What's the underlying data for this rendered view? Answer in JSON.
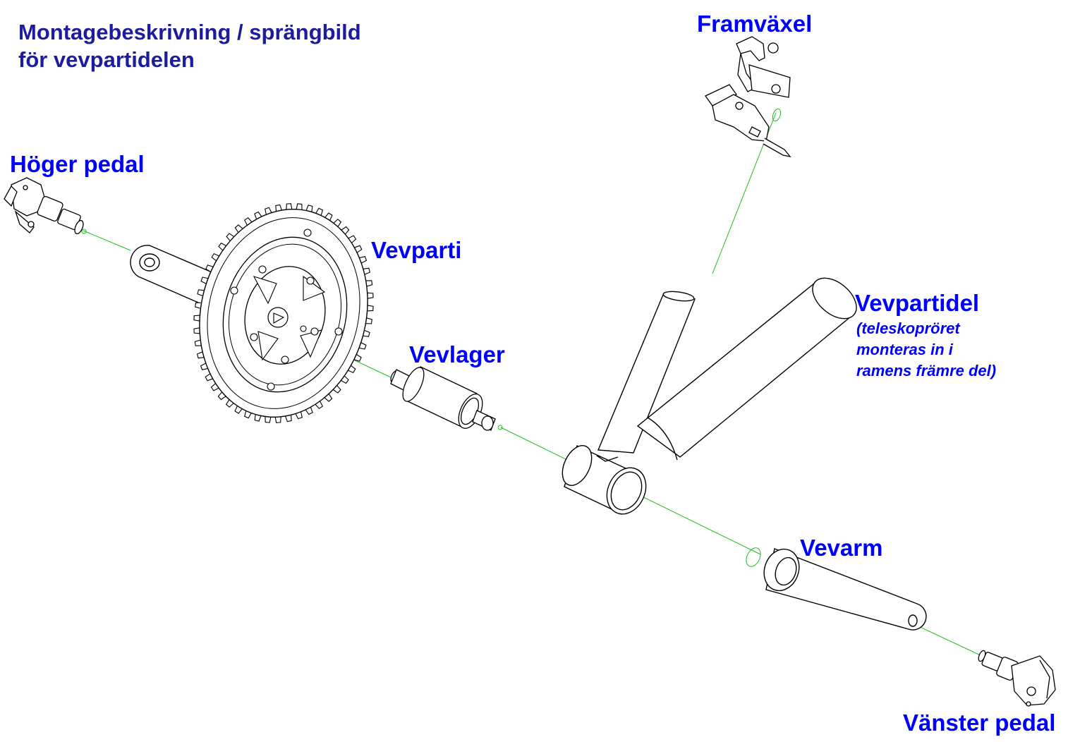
{
  "title": {
    "line1": "Montagebeskrivning / sprängbild",
    "line2": "för vevpartidelen"
  },
  "labels": {
    "right_pedal": "Höger pedal",
    "crankset": "Vevparti",
    "bottom_bracket": "Vevlager",
    "front_derailleur": "Framväxel",
    "crank_frame_part": "Vevpartidel",
    "crank_arm": "Vevarm",
    "left_pedal": "Vänster pedal"
  },
  "note": {
    "line1": "(teleskopröret",
    "line2": "monteras in i",
    "line3": "ramens främre del)"
  },
  "colors": {
    "label": "#0000ff",
    "title": "#1c1c9e",
    "assembly_line": "#22bb22",
    "drawing": "#000000"
  }
}
